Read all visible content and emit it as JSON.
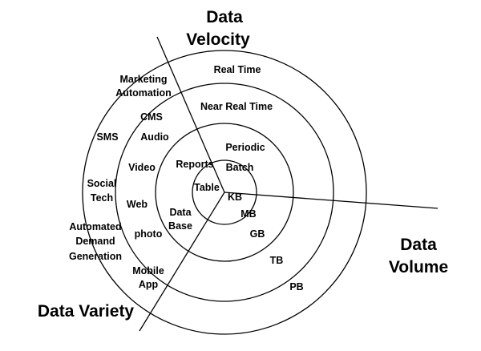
{
  "axes": {
    "velocity": [
      "Data",
      "Velocity"
    ],
    "volume": [
      "Data",
      "Volume"
    ],
    "variety": "Data Variety"
  },
  "velocity_labels": {
    "real_time": "Real Time",
    "near_real_time": "Near Real Time",
    "periodic": "Periodic",
    "batch": "Batch"
  },
  "volume_labels": [
    "KB",
    "MB",
    "GB",
    "TB",
    "PB"
  ],
  "variety_labels": {
    "table": "Table",
    "reports": "Reports",
    "data_base": [
      "Data",
      "Base"
    ],
    "web": "Web",
    "video": "Video",
    "audio": "Audio",
    "cms": "CMS",
    "photo": "photo",
    "mobile_app": [
      "Mobile",
      "App"
    ],
    "sms": "SMS",
    "social_tech": [
      "Social",
      "Tech"
    ],
    "marketing_automation": [
      "Marketing",
      "Automation"
    ],
    "automated_demand_generation": [
      "Automated",
      "Demand",
      "Generation"
    ]
  },
  "colors": {
    "line": "#000000",
    "background": "#ffffff"
  }
}
